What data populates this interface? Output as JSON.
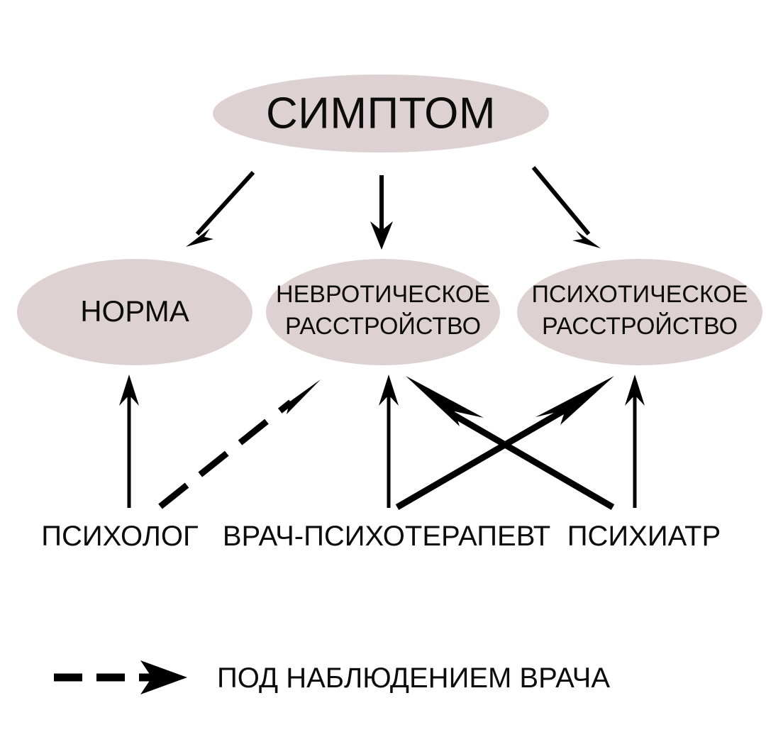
{
  "diagram": {
    "title_node": {
      "id": "symptom",
      "label": "СИМПТОМ"
    },
    "outcome_nodes": [
      {
        "id": "norm",
        "label": "НОРМА",
        "lines": [
          "НОРМА"
        ]
      },
      {
        "id": "neurotic",
        "label": "НЕВРОТИЧЕСКОЕ РАССТРОЙСТВО",
        "lines": [
          "НЕВРОТИЧЕСКОЕ",
          "РАССТРОЙСТВО"
        ]
      },
      {
        "id": "psychotic",
        "label": "ПСИХОТИЧЕСКОЕ РАССТРОЙСТВО",
        "lines": [
          "ПСИХОТИЧЕСКОЕ",
          "РАССТРОЙСТВО"
        ]
      }
    ],
    "role_labels": [
      {
        "id": "psychologist",
        "label": "ПСИХОЛОГ"
      },
      {
        "id": "psychotherapist",
        "label": "ВРАЧ-ПСИХОТЕРАПЕВТ"
      },
      {
        "id": "psychiatrist",
        "label": "ПСИХИАТР"
      }
    ],
    "legend": {
      "marker": "dashed-arrow-icon",
      "label": "ПОД НАБЛЮДЕНИЕМ ВРАЧА"
    },
    "edges": [
      {
        "id": "symptom-to-norm",
        "from": "symptom",
        "to": "norm",
        "style": "solid"
      },
      {
        "id": "symptom-to-neurotic",
        "from": "symptom",
        "to": "neurotic",
        "style": "solid"
      },
      {
        "id": "symptom-to-psychotic",
        "from": "symptom",
        "to": "psychotic",
        "style": "solid"
      },
      {
        "id": "psychologist-to-norm",
        "from": "psychologist",
        "to": "norm",
        "style": "solid"
      },
      {
        "id": "psychologist-to-neurotic",
        "from": "psychologist",
        "to": "neurotic",
        "style": "dashed"
      },
      {
        "id": "psychotherapist-to-neurotic",
        "from": "psychotherapist",
        "to": "neurotic",
        "style": "solid"
      },
      {
        "id": "psychotherapist-to-psychotic",
        "from": "psychotherapist",
        "to": "psychotic",
        "style": "solid"
      },
      {
        "id": "psychiatrist-to-neurotic",
        "from": "psychiatrist",
        "to": "neurotic",
        "style": "solid"
      },
      {
        "id": "psychiatrist-to-psychotic",
        "from": "psychiatrist",
        "to": "psychotic",
        "style": "solid"
      }
    ],
    "colors": {
      "node_fill": "#ded1d3",
      "text": "#0c0c0c",
      "arrow": "#000000",
      "background": "#ffffff"
    }
  }
}
